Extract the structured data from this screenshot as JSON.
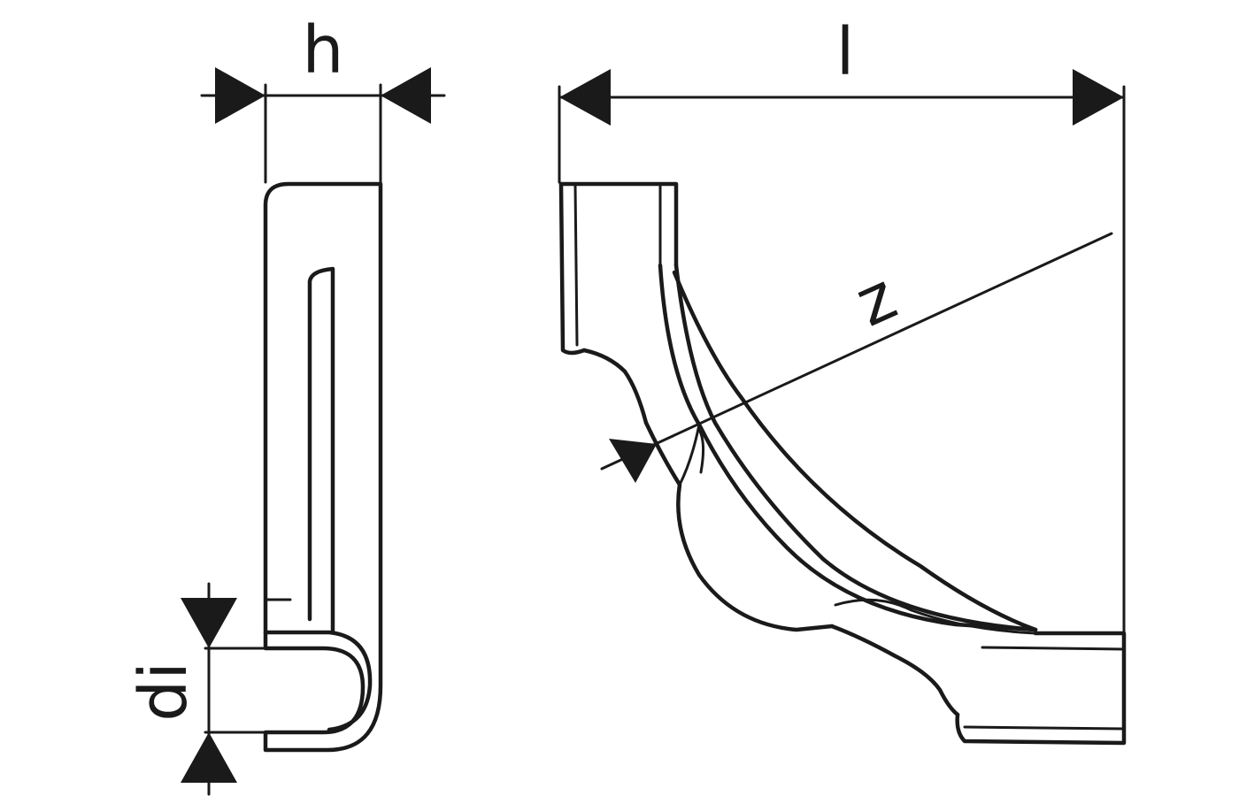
{
  "colors": {
    "ink": "#1a1a1a",
    "background": "#ffffff"
  },
  "labels": {
    "h": "h",
    "l": "l",
    "z": "z",
    "di": "di"
  }
}
